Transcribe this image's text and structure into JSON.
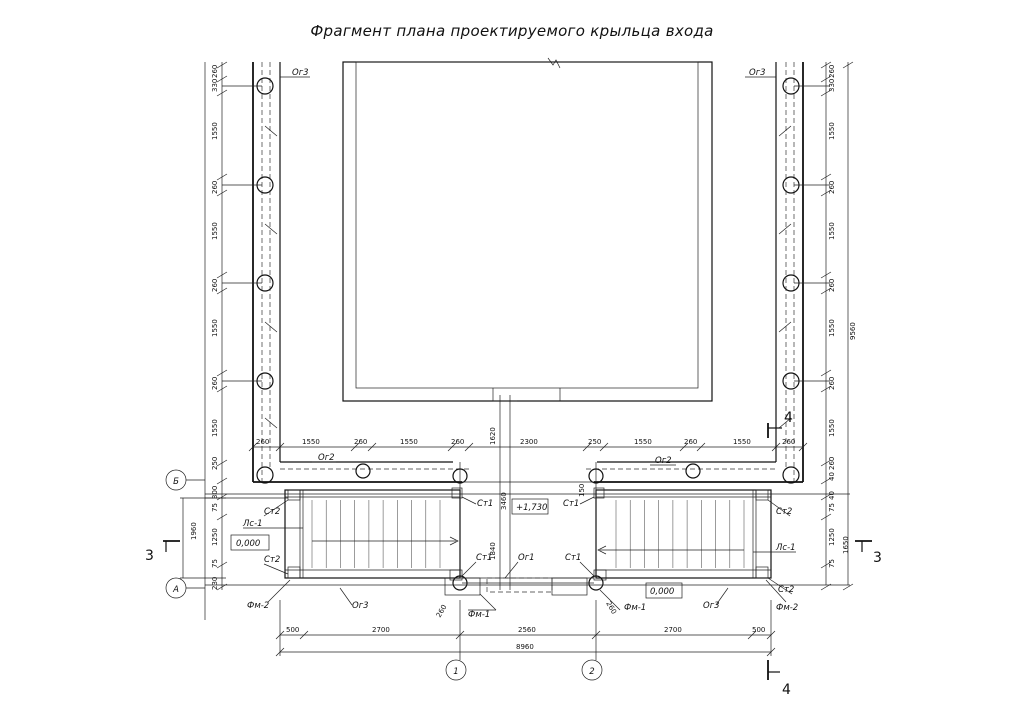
{
  "title": "Фрагмент плана проектируемого крыльца входа",
  "labels": {
    "og3": "Ог3",
    "og2": "Ог2",
    "og1": "Ог1",
    "st1": "Ст1",
    "st2": "Ст2",
    "ls1": "Лс-1",
    "fm1": "Фм-1",
    "fm2": "Фм-2",
    "elev_zero": "0,000",
    "elev_top": "+1,730",
    "axis_b": "Б",
    "axis_a": "А",
    "axis_1": "1",
    "axis_2": "2",
    "section_3": "3",
    "section_4": "4"
  },
  "dims": {
    "d260": "260",
    "d330": "330",
    "d1550": "1550",
    "d9560": "9560",
    "d1620": "1620",
    "d3460": "3460",
    "d1840": "1840",
    "d2300": "2300",
    "d250": "250",
    "d300": "300",
    "d75": "75",
    "d1250": "1250",
    "d1960": "1960",
    "d230": "230",
    "d40": "40",
    "d1650": "1650",
    "d150": "150",
    "d500": "500",
    "d2700": "2700",
    "d2560": "2560",
    "d8960": "8960"
  }
}
